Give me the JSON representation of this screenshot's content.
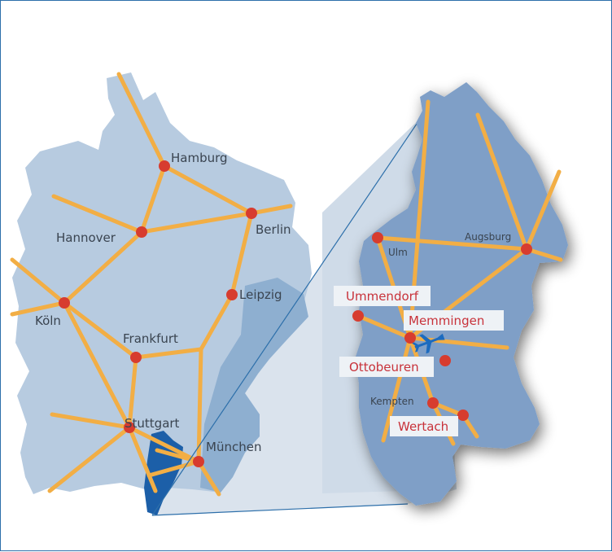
{
  "colors": {
    "germany_land": "#b7cbe0",
    "germany_highlight": "#8eafd0",
    "allgaeu_region": "#1c5fa8",
    "zoom_land": "#7f9fc7",
    "zoom_panel": "#cfdbe8",
    "route": "#f2ae45",
    "city_dot": "#d73c2f",
    "border": "#2d6faa",
    "label_dark": "#3a4450",
    "label_red": "#c8323a"
  },
  "germany": {
    "cities": [
      {
        "name": "Hamburg"
      },
      {
        "name": "Berlin"
      },
      {
        "name": "Hannover"
      },
      {
        "name": "Leipzig"
      },
      {
        "name": "Köln"
      },
      {
        "name": "Frankfurt"
      },
      {
        "name": "Stuttgart"
      },
      {
        "name": "München"
      }
    ]
  },
  "region": {
    "cities": [
      {
        "name": "Ulm"
      },
      {
        "name": "Augsburg"
      },
      {
        "name": "Kempten"
      }
    ],
    "highlighted_places": [
      {
        "name": "Ummendorf"
      },
      {
        "name": "Memmingen"
      },
      {
        "name": "Ottobeuren"
      },
      {
        "name": "Wertach"
      }
    ],
    "airport_icon": "airplane-icon"
  }
}
